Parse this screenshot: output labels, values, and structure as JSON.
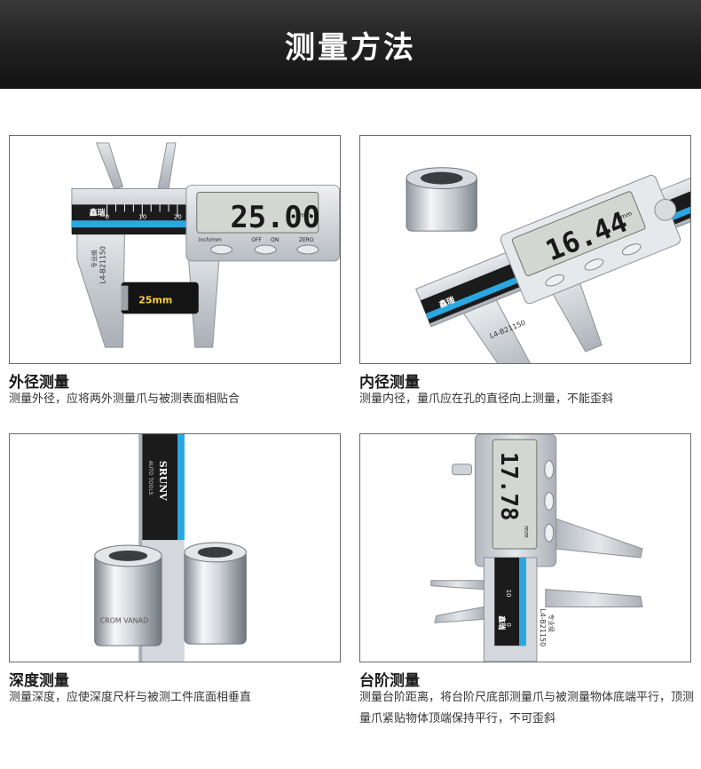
{
  "header": {
    "title": "测量方法"
  },
  "brand": {
    "logo_text": "鑫瑞",
    "logo_sub": "SRUNV",
    "model": "L4-B21150",
    "grade": "专业级",
    "auto_tools": "AUTO TOOLS",
    "socket_text": "CROM VANAD"
  },
  "scale_ticks": [
    "0",
    "10",
    "20"
  ],
  "buttons": [
    "inch/mm",
    "OFF",
    "ON",
    "ZERO"
  ],
  "cards": [
    {
      "title": "外径测量",
      "desc": "测量外径，应将两外测量爪与被测表面相贴合",
      "reading": "25.00",
      "unit": "mm",
      "tag": "25mm"
    },
    {
      "title": "内径测量",
      "desc": "测量内径，量爪应在孔的直径向上测量，不能歪斜",
      "reading": "16.44",
      "unit": "mm"
    },
    {
      "title": "深度测量",
      "desc": "测量深度，应使深度尺杆与被测工件底面相垂直"
    },
    {
      "title": "台阶测量",
      "desc": "测量台阶距离，将台阶尺底部测量爪与被测量物体底端平行，顶测量爪紧贴物体顶端保持平行，不可歪斜",
      "reading": "17.78",
      "unit": "mm"
    }
  ],
  "colors": {
    "accent": "#2aa7e0",
    "banner": "#1f1f1f",
    "lcd": "#c7cfc6",
    "steel": "#c9cdd1"
  }
}
